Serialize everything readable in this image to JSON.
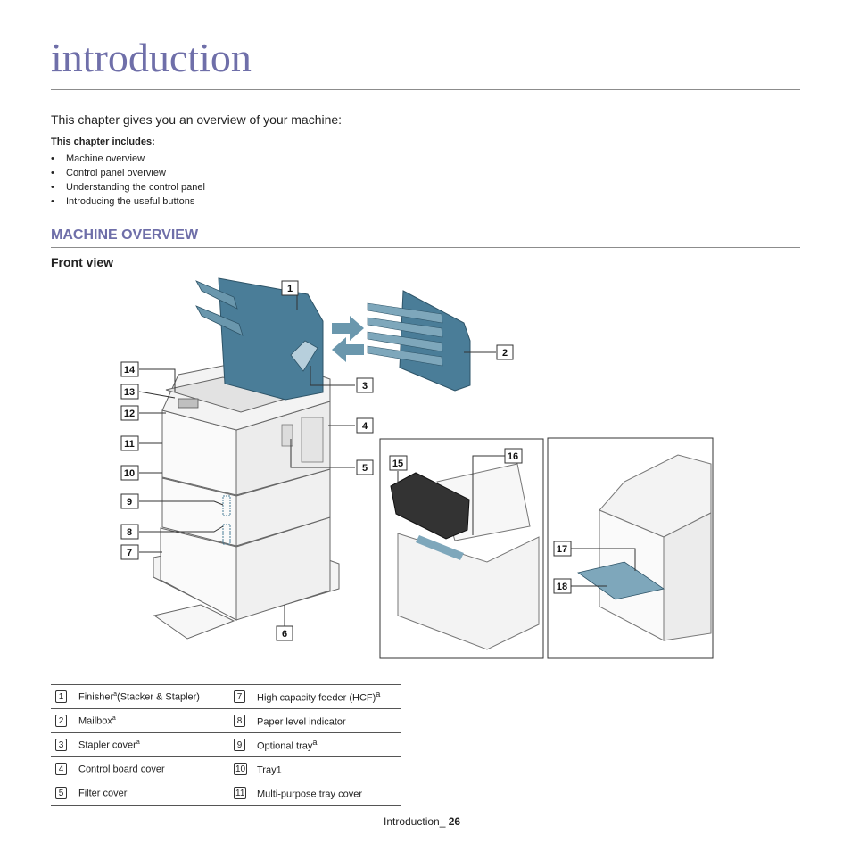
{
  "header": {
    "title": "introduction"
  },
  "intro": {
    "lead": "This chapter gives you an overview of your machine:",
    "includes_label": "This chapter includes:",
    "bullet_glyph": "•",
    "items": [
      "Machine overview",
      "Control panel overview",
      "Understanding the control panel",
      "Introducing the useful buttons"
    ]
  },
  "section": {
    "title": "MACHINE OVERVIEW",
    "subtitle": "Front view"
  },
  "figure": {
    "callouts": [
      "1",
      "2",
      "3",
      "4",
      "5",
      "6",
      "7",
      "8",
      "9",
      "10",
      "11",
      "12",
      "13",
      "14",
      "15",
      "16",
      "17",
      "18"
    ]
  },
  "legend": {
    "rows": [
      {
        "n1": "1",
        "l1": "Finisher",
        "s1": "a",
        "t1": "(Stacker & Stapler)",
        "n2": "7",
        "l2": "High capacity feeder (HCF)",
        "s2": "a"
      },
      {
        "n1": "2",
        "l1": "Mailbox",
        "s1": "a",
        "t1": "",
        "n2": "8",
        "l2": "Paper level indicator",
        "s2": ""
      },
      {
        "n1": "3",
        "l1": "Stapler cover",
        "s1": "a",
        "t1": "",
        "n2": "9",
        "l2": "Optional tray",
        "s2": "a"
      },
      {
        "n1": "4",
        "l1": "Control board cover",
        "s1": "",
        "t1": "",
        "n2": "10",
        "l2": "Tray1",
        "s2": ""
      },
      {
        "n1": "5",
        "l1": "Filter cover",
        "s1": "",
        "t1": "",
        "n2": "11",
        "l2": "Multi-purpose tray cover",
        "s2": ""
      }
    ]
  },
  "footer": {
    "label": "Introduction_",
    "page": "26"
  },
  "colors": {
    "accent": "#6f6fa9",
    "finisher": "#4a7d98",
    "arrow": "#5b8aa6"
  }
}
